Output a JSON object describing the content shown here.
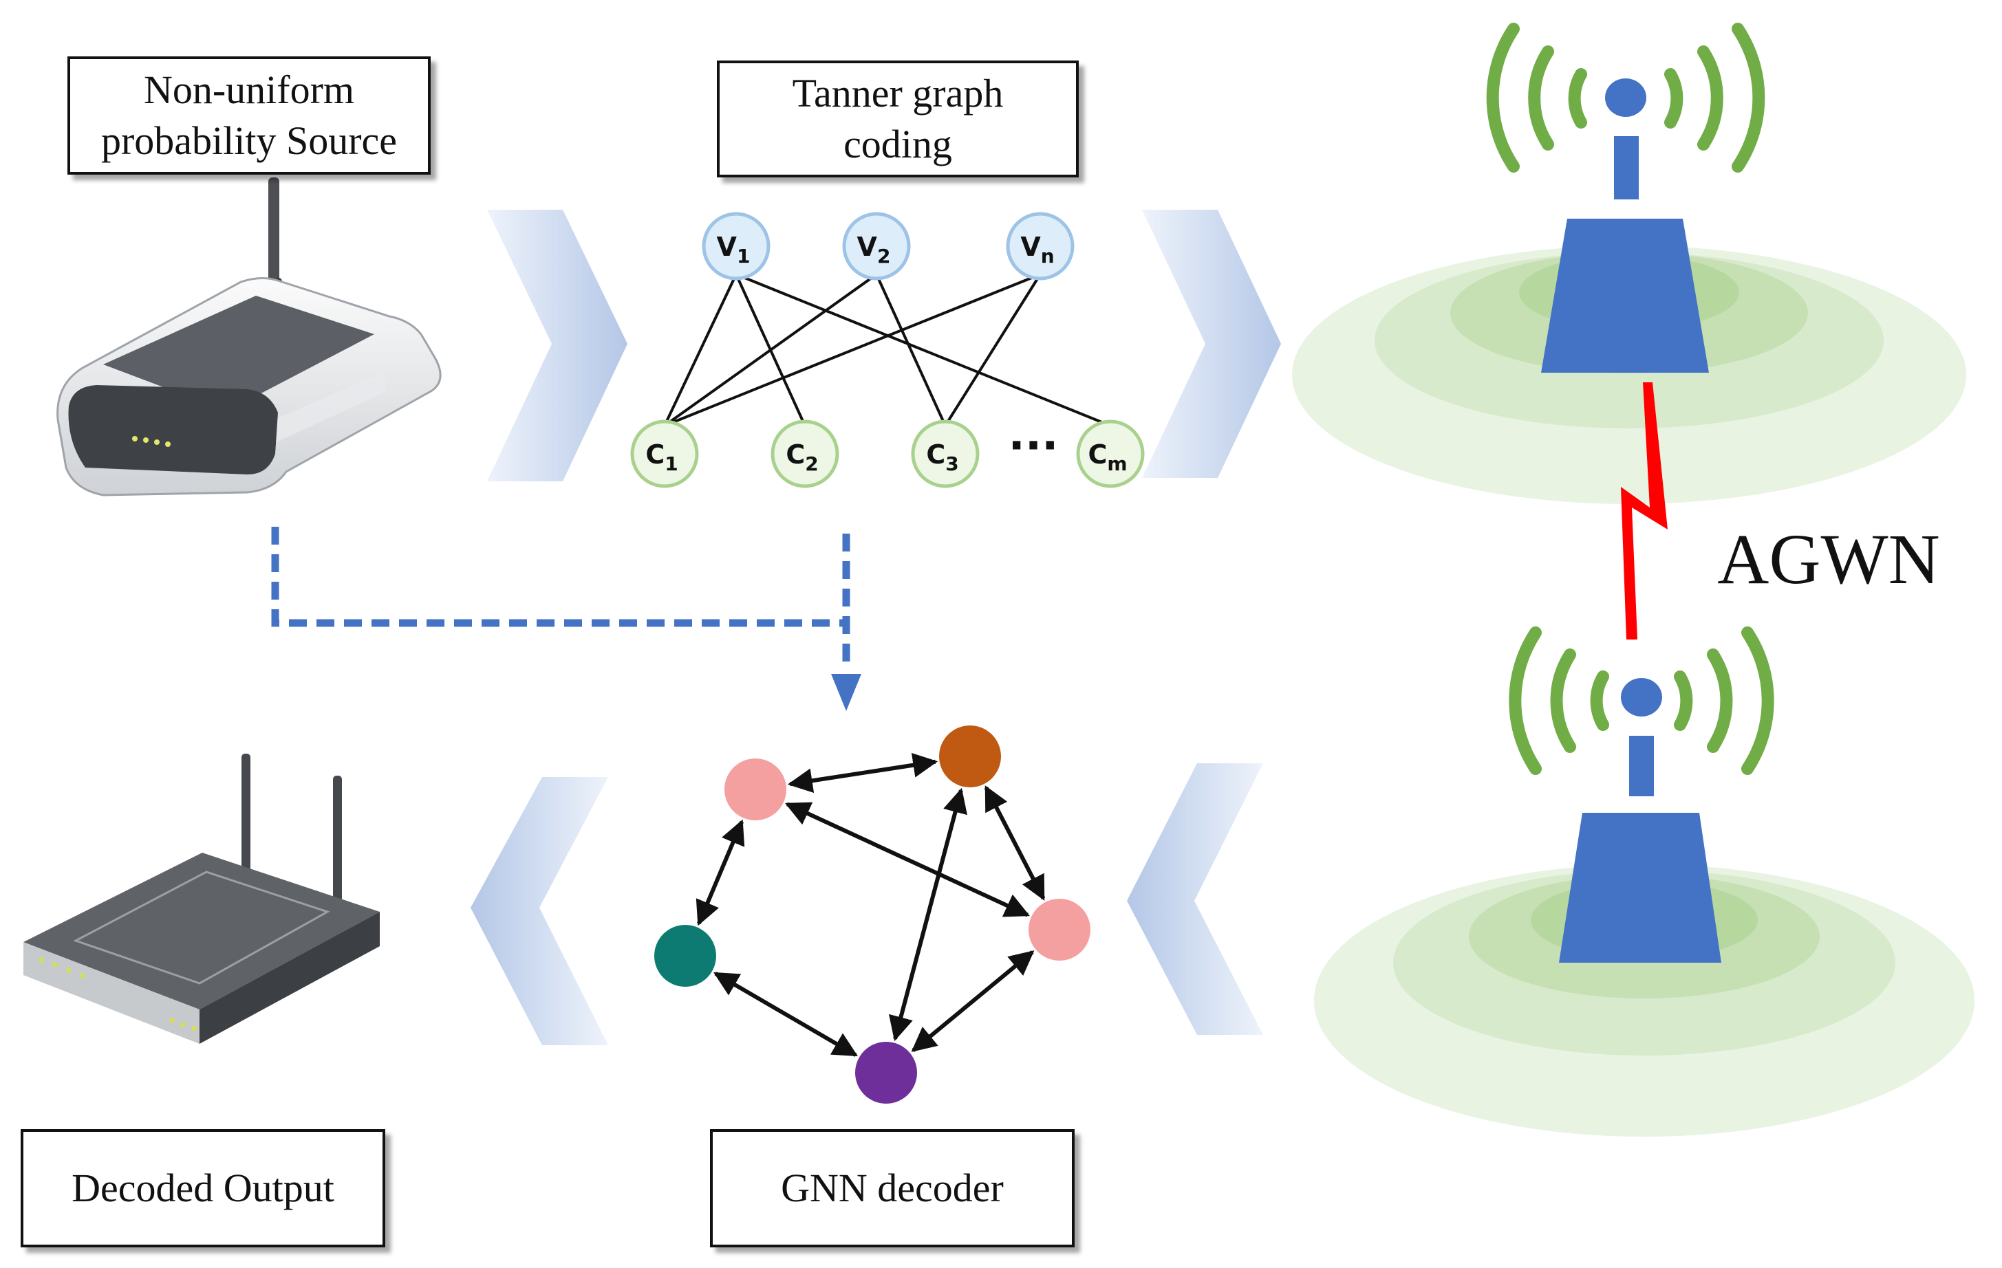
{
  "labels": {
    "source": [
      "Non-uniform",
      "probability Source"
    ],
    "tanner": [
      "Tanner graph",
      "coding"
    ],
    "decoded": "Decoded Output",
    "gnn": "GNN decoder",
    "channel": "AGWN"
  },
  "tanner_graph": {
    "variable_nodes": [
      {
        "main": "V",
        "sub": "1"
      },
      {
        "main": "V",
        "sub": "2"
      },
      {
        "main": "V",
        "sub": "n"
      }
    ],
    "check_nodes": [
      {
        "main": "C",
        "sub": "1"
      },
      {
        "main": "C",
        "sub": "2"
      },
      {
        "main": "C",
        "sub": "3"
      },
      {
        "main": "C",
        "sub": "m"
      }
    ],
    "ellipsis": "···",
    "edges": [
      [
        0,
        0
      ],
      [
        0,
        1
      ],
      [
        0,
        3
      ],
      [
        1,
        0
      ],
      [
        1,
        2
      ],
      [
        2,
        0
      ],
      [
        2,
        2
      ]
    ]
  },
  "gnn_graph": {
    "nodes": [
      {
        "id": "pink-top",
        "color": "#f4a0a0"
      },
      {
        "id": "orange",
        "color": "#c05a12"
      },
      {
        "id": "pink-right",
        "color": "#f4a0a0"
      },
      {
        "id": "teal",
        "color": "#0e7b72"
      },
      {
        "id": "purple",
        "color": "#6e2f9a"
      }
    ],
    "edges": [
      [
        0,
        1
      ],
      [
        0,
        2
      ],
      [
        0,
        3
      ],
      [
        1,
        2
      ],
      [
        1,
        4
      ],
      [
        3,
        4
      ],
      [
        4,
        2
      ]
    ]
  },
  "colors": {
    "chevron": "#b4c7e7",
    "tower": "#4472c4",
    "signal": "#70ad47",
    "halo": "#c5e0b4",
    "dashed": "#4472c4",
    "lightning": "#ff0000",
    "variable_node_fill": "#ddeefa",
    "variable_node_stroke": "#9dc3e6",
    "check_node_fill": "#eef7e6",
    "check_node_stroke": "#a9d18e"
  },
  "icons": [
    "router-icon",
    "wifi-router-icon",
    "transmitter-tower-icon",
    "receiver-tower-icon",
    "lightning-icon"
  ]
}
